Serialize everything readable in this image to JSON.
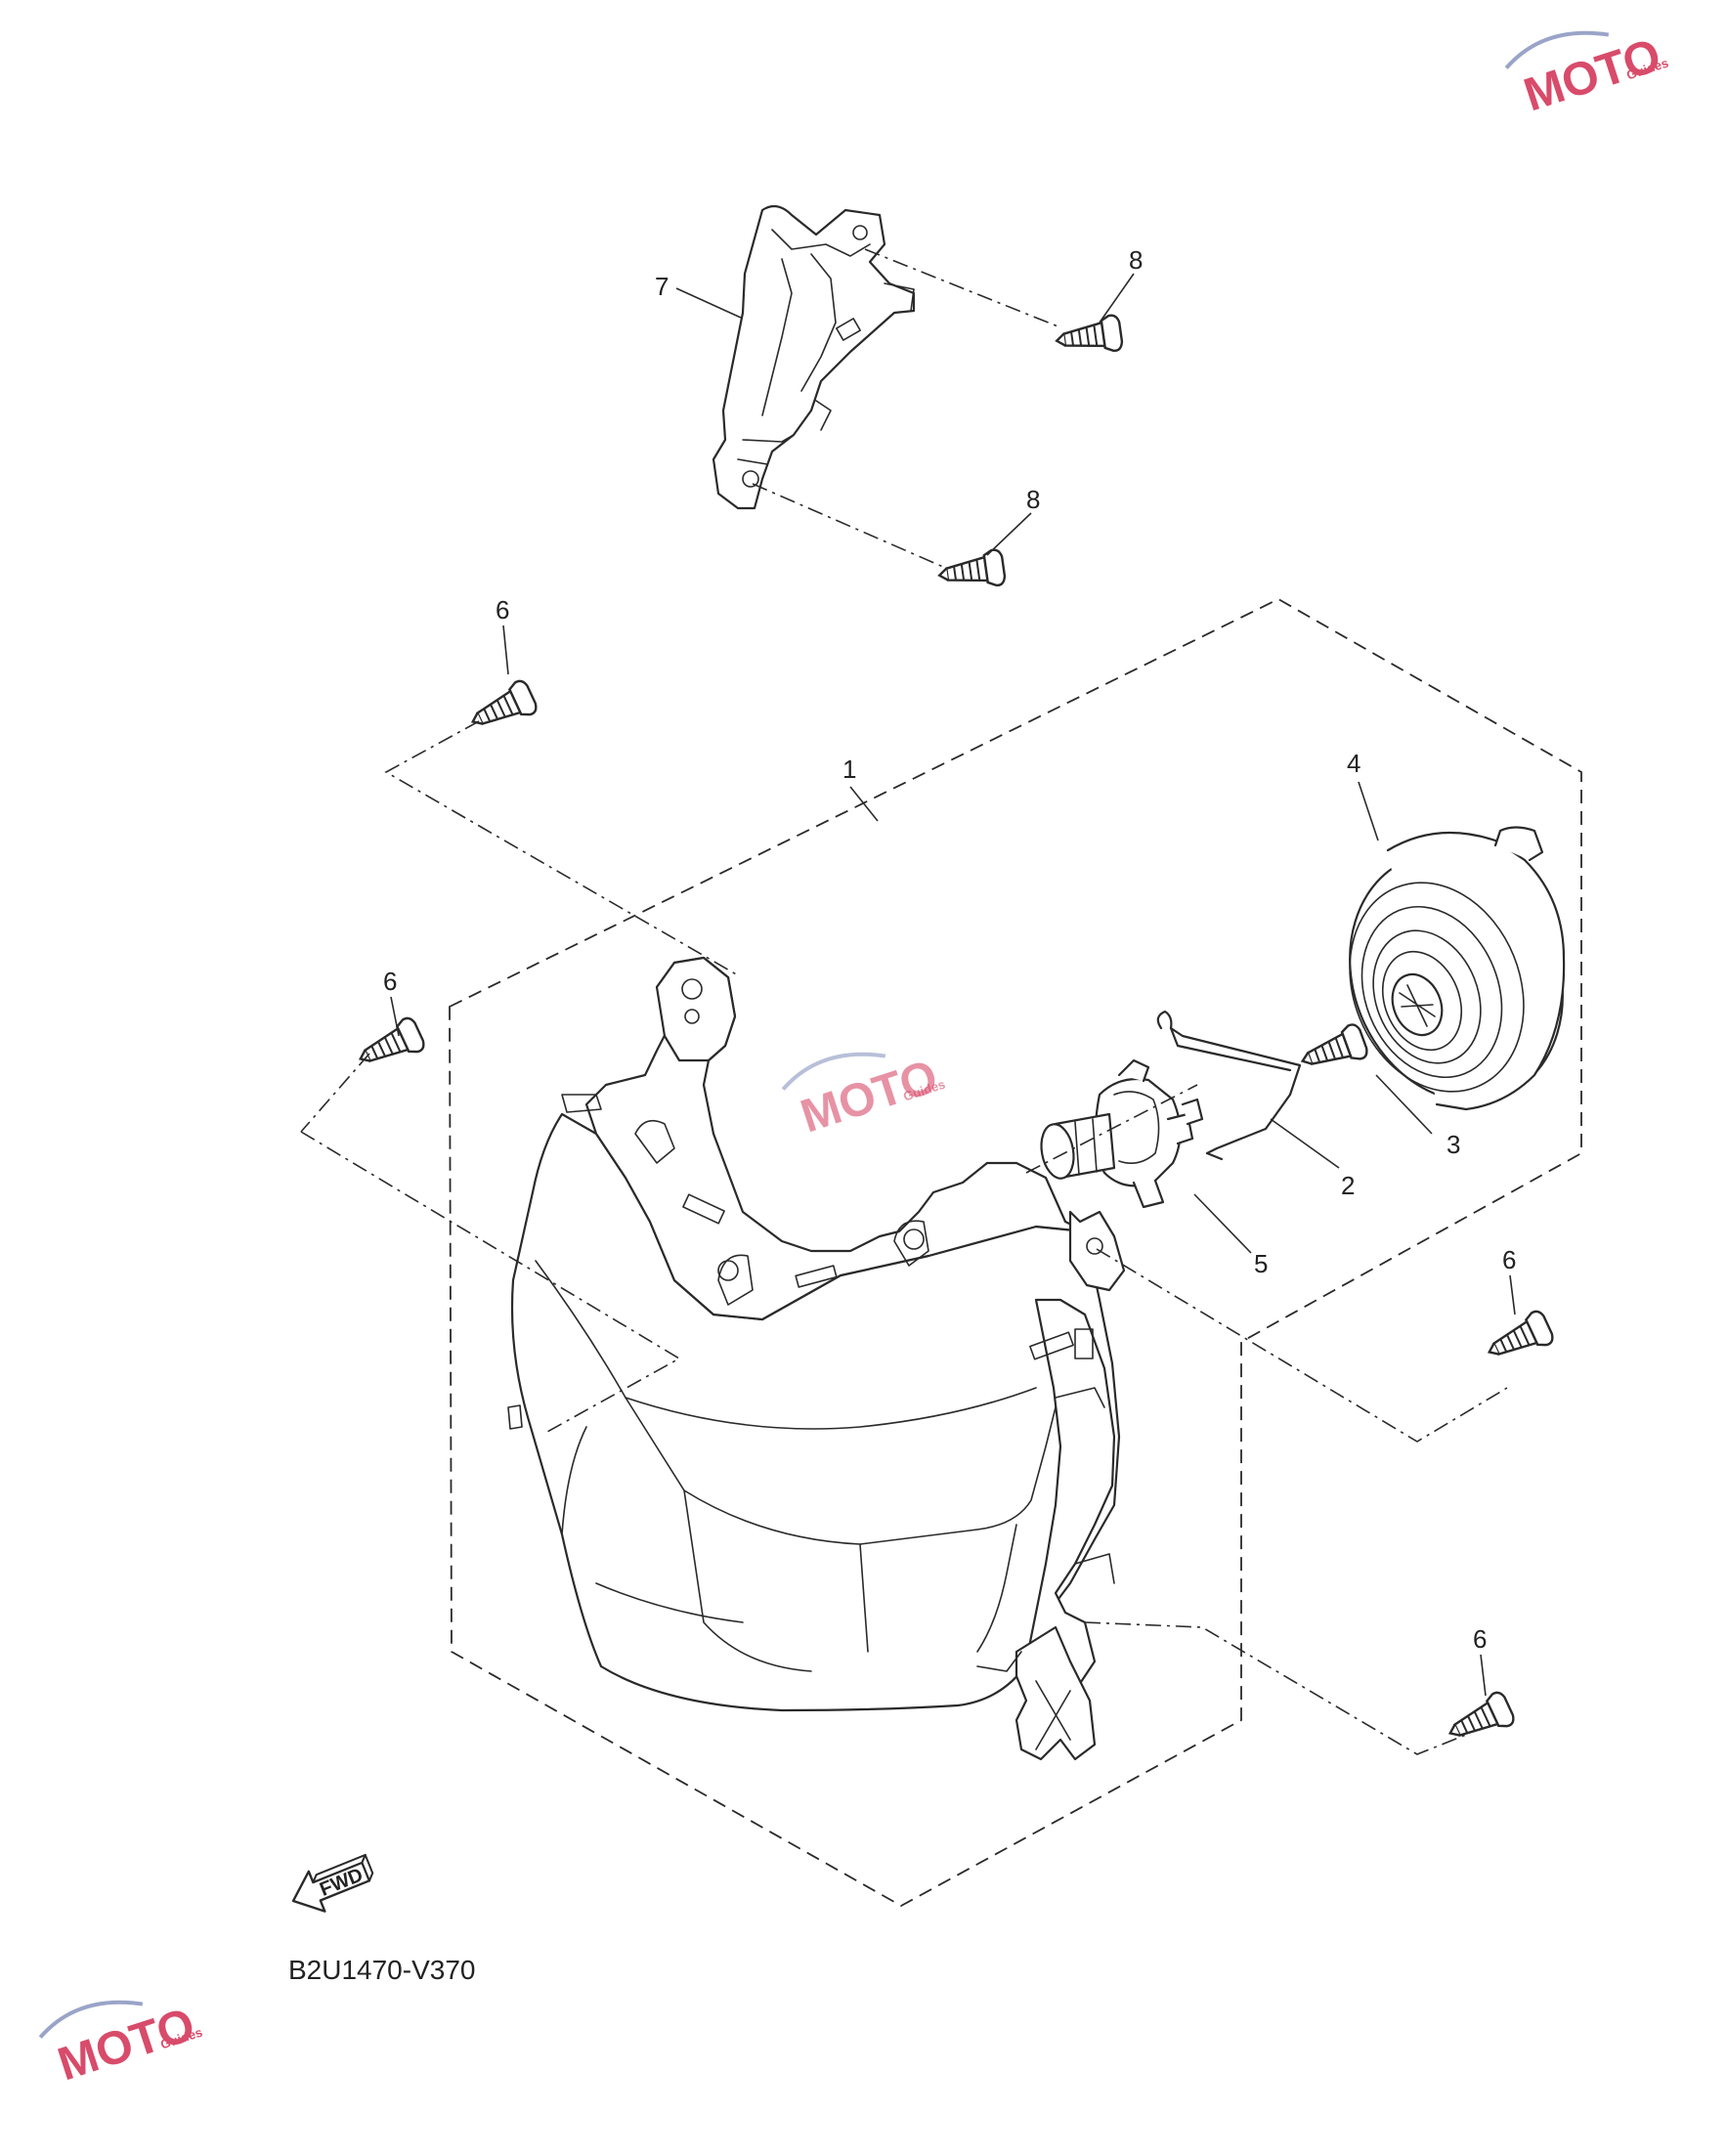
{
  "diagram": {
    "drawing_code": "B2U1470-V370",
    "fwd_label": "FWD",
    "watermark": {
      "text": "MOTO",
      "sub": "Guides",
      "color": "#d84b6a"
    },
    "callouts": [
      {
        "id": "c1",
        "label": "1"
      },
      {
        "id": "c2",
        "label": "2"
      },
      {
        "id": "c3",
        "label": "3"
      },
      {
        "id": "c4",
        "label": "4"
      },
      {
        "id": "c5",
        "label": "5"
      },
      {
        "id": "c6a",
        "label": "6"
      },
      {
        "id": "c6b",
        "label": "6"
      },
      {
        "id": "c6c",
        "label": "6"
      },
      {
        "id": "c6d",
        "label": "6"
      },
      {
        "id": "c7",
        "label": "7"
      },
      {
        "id": "c8a",
        "label": "8"
      },
      {
        "id": "c8b",
        "label": "8"
      }
    ]
  }
}
